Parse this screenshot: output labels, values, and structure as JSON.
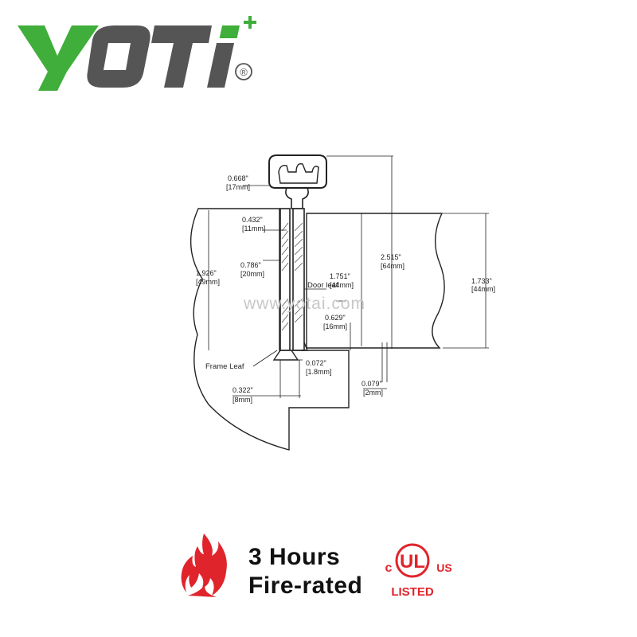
{
  "brand": {
    "wordmark": "YOTI",
    "registered": "®",
    "color": "#3fae3a",
    "text_color": "#555555"
  },
  "diagram": {
    "watermark": "www.yotai.com",
    "labels": {
      "door_leaf": "Door leaf",
      "frame_leaf": "Frame Leaf"
    },
    "dimensions": [
      {
        "id": "d1",
        "inch": "0.668\"",
        "mm": "[17mm]"
      },
      {
        "id": "d2",
        "inch": "0.432\"",
        "mm": "[11mm]"
      },
      {
        "id": "d3",
        "inch": "0.786\"",
        "mm": "[20mm]"
      },
      {
        "id": "d4",
        "inch": "1.926\"",
        "mm": "[49mm]"
      },
      {
        "id": "d5",
        "inch": "1.751\"",
        "mm": "[44mm]"
      },
      {
        "id": "d6",
        "inch": "2.515\"",
        "mm": "[64mm]"
      },
      {
        "id": "d7",
        "inch": "1.733\"",
        "mm": "[44mm]"
      },
      {
        "id": "d8",
        "inch": "0.629\"",
        "mm": "[16mm]"
      },
      {
        "id": "d9",
        "inch": "0.072\"",
        "mm": "[1.8mm]"
      },
      {
        "id": "d10",
        "inch": "0.322\"",
        "mm": "[8mm]"
      },
      {
        "id": "d11",
        "inch": "0.079\"",
        "mm": "[2mm]"
      }
    ]
  },
  "rating": {
    "line1": "3 Hours",
    "line2": "Fire-rated",
    "flame_color": "#e0242b"
  },
  "certification": {
    "left": "c",
    "mark": "UL",
    "right": "US",
    "listed": "LISTED",
    "color": "#e0242b"
  }
}
